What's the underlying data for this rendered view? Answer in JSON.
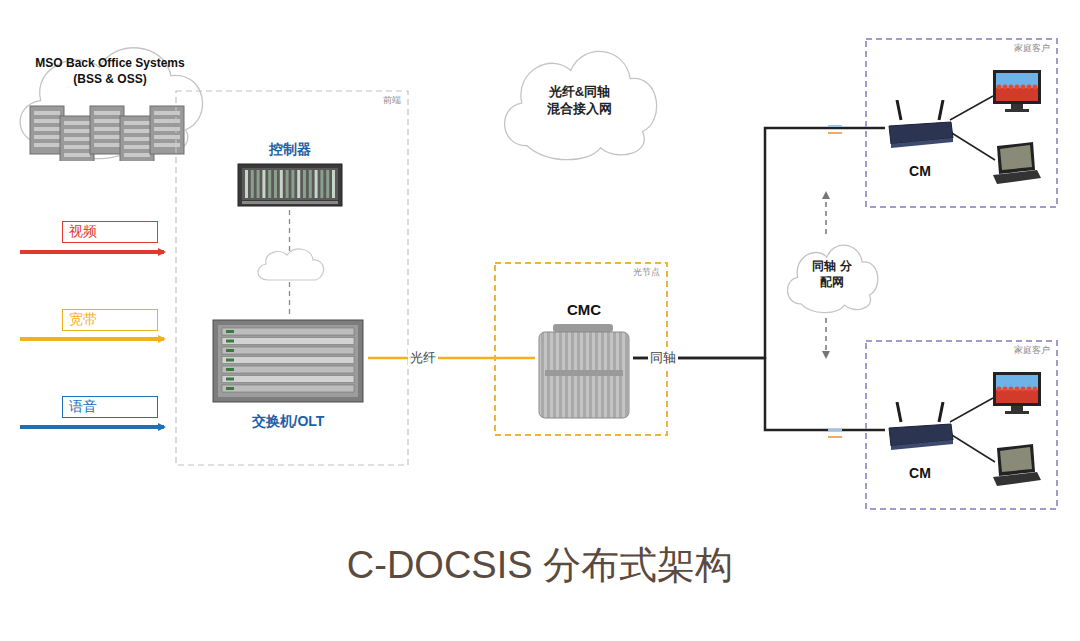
{
  "diagram": {
    "caption": "C-DOCSIS 分布式架构",
    "nodes": [
      {
        "text": [
          "MSO Back Office Systems (BSS & OSS)"
        ]
      },
      {
        "text": [
          "前端"
        ]
      },
      {
        "text": [
          "控制器"
        ],
        "in": 1
      },
      {
        "text": [
          "交换机/OLT"
        ],
        "in": 1
      },
      {
        "text": [
          "光纤&同轴 混合接入网"
        ]
      },
      {
        "text": [
          "光节点"
        ]
      },
      {
        "text": [
          "CMC"
        ],
        "in": 5
      },
      {
        "text": [
          "家庭客户"
        ]
      },
      {
        "text": [
          "CM"
        ],
        "in": 7
      },
      {
        "text": [
          "同轴 分配网"
        ]
      },
      {
        "text": [
          "家庭客户"
        ]
      },
      {
        "text": [
          "CM"
        ],
        "in": 10
      }
    ],
    "edges": [
      {
        "from": 2,
        "to": 3,
        "arrow": "none"
      },
      {
        "from": 3,
        "to": 6,
        "label": "光纤",
        "arrow": "none"
      },
      {
        "from": 6,
        "to": 8,
        "label": "同轴",
        "arrow": "none"
      },
      {
        "from": 6,
        "to": 11,
        "arrow": "none"
      }
    ],
    "labels": [
      "视频",
      "宽带",
      "语音"
    ]
  }
}
